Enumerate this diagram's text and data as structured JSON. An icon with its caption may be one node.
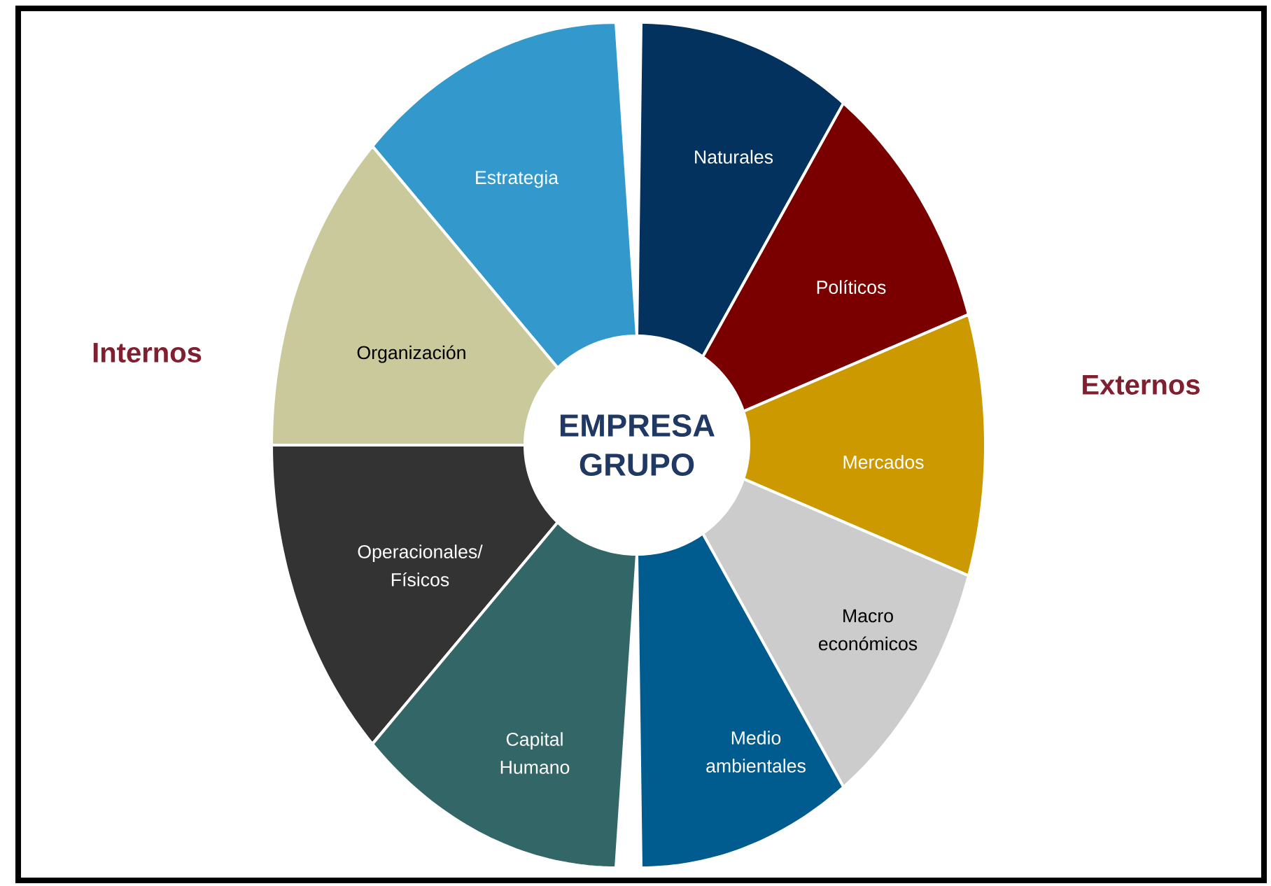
{
  "diagram": {
    "nodes": [
      {
        "text": [
          "EMPRESA GRUPO"
        ]
      },
      {
        "text": [
          "Estrategia"
        ]
      },
      {
        "text": [
          "Organización"
        ]
      },
      {
        "text": [
          "Operacionales/ Físicos"
        ]
      },
      {
        "text": [
          "Capital Humano"
        ]
      },
      {
        "text": [
          "Naturales"
        ]
      },
      {
        "text": [
          "Políticos"
        ]
      },
      {
        "text": [
          "Mercados"
        ]
      },
      {
        "text": [
          "Macro económicos"
        ]
      },
      {
        "text": [
          "Medio ambientales"
        ]
      }
    ],
    "edges": [],
    "labels": [
      "Internos",
      "Externos"
    ]
  }
}
